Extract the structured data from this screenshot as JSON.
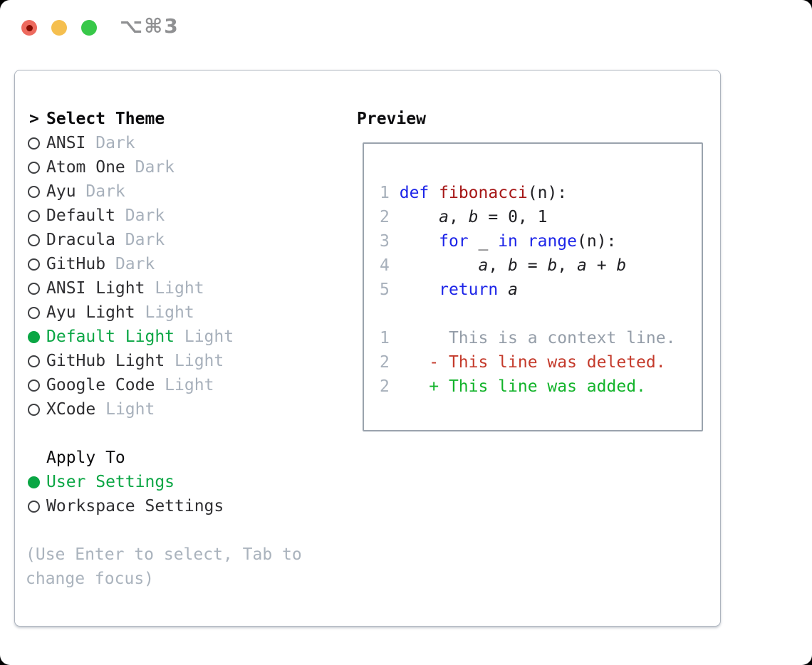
{
  "window": {
    "title_shortcut": "⌥⌘3"
  },
  "theme_selector": {
    "header_prefix": ">",
    "header": "Select Theme",
    "items": [
      {
        "name": "ANSI",
        "variant": "Dark",
        "selected": false
      },
      {
        "name": "Atom One",
        "variant": "Dark",
        "selected": false
      },
      {
        "name": "Ayu",
        "variant": "Dark",
        "selected": false
      },
      {
        "name": "Default",
        "variant": "Dark",
        "selected": false
      },
      {
        "name": "Dracula",
        "variant": "Dark",
        "selected": false
      },
      {
        "name": "GitHub",
        "variant": "Dark",
        "selected": false
      },
      {
        "name": "ANSI Light",
        "variant": "Light",
        "selected": false
      },
      {
        "name": "Ayu Light",
        "variant": "Light",
        "selected": false
      },
      {
        "name": "Default Light",
        "variant": "Light",
        "selected": true
      },
      {
        "name": "GitHub Light",
        "variant": "Light",
        "selected": false
      },
      {
        "name": "Google Code",
        "variant": "Light",
        "selected": false
      },
      {
        "name": "XCode",
        "variant": "Light",
        "selected": false
      }
    ]
  },
  "apply_to": {
    "header": "Apply To",
    "options": [
      {
        "label": "User Settings",
        "selected": true
      },
      {
        "label": "Workspace Settings",
        "selected": false
      }
    ]
  },
  "hint": {
    "line1": "(Use Enter to select, Tab to",
    "line2": "change focus)"
  },
  "preview": {
    "header": "Preview",
    "lines": [
      [
        {
          "c": "ln",
          "t": "1"
        },
        {
          "c": "pl",
          "t": " "
        },
        {
          "c": "kw",
          "t": "def"
        },
        {
          "c": "pl",
          "t": " "
        },
        {
          "c": "fn",
          "t": "fibonacci"
        },
        {
          "c": "pl",
          "t": "(n):"
        }
      ],
      [
        {
          "c": "ln",
          "t": "2"
        },
        {
          "c": "pl",
          "t": "     "
        },
        {
          "c": "var",
          "t": "a"
        },
        {
          "c": "pl",
          "t": ", "
        },
        {
          "c": "var",
          "t": "b"
        },
        {
          "c": "pl",
          "t": " = 0, 1"
        }
      ],
      [
        {
          "c": "ln",
          "t": "3"
        },
        {
          "c": "pl",
          "t": "     "
        },
        {
          "c": "kw",
          "t": "for"
        },
        {
          "c": "pl",
          "t": " _ "
        },
        {
          "c": "kw",
          "t": "in"
        },
        {
          "c": "pl",
          "t": " "
        },
        {
          "c": "kw",
          "t": "range"
        },
        {
          "c": "pl",
          "t": "(n):"
        }
      ],
      [
        {
          "c": "ln",
          "t": "4"
        },
        {
          "c": "pl",
          "t": "         "
        },
        {
          "c": "var",
          "t": "a"
        },
        {
          "c": "pl",
          "t": ", "
        },
        {
          "c": "var",
          "t": "b"
        },
        {
          "c": "pl",
          "t": " = "
        },
        {
          "c": "var",
          "t": "b"
        },
        {
          "c": "pl",
          "t": ", "
        },
        {
          "c": "var",
          "t": "a"
        },
        {
          "c": "pl",
          "t": " + "
        },
        {
          "c": "var",
          "t": "b"
        }
      ],
      [
        {
          "c": "ln",
          "t": "5"
        },
        {
          "c": "pl",
          "t": "     "
        },
        {
          "c": "kw",
          "t": "return"
        },
        {
          "c": "pl",
          "t": " "
        },
        {
          "c": "var",
          "t": "a"
        }
      ],
      [],
      [
        {
          "c": "ln",
          "t": "1"
        },
        {
          "c": "ctx",
          "t": "      This is a context line."
        }
      ],
      [
        {
          "c": "ln",
          "t": "2"
        },
        {
          "c": "pl",
          "t": "    "
        },
        {
          "c": "del",
          "t": "- This line was deleted."
        }
      ],
      [
        {
          "c": "ln",
          "t": "2"
        },
        {
          "c": "pl",
          "t": "    "
        },
        {
          "c": "add",
          "t": "+ This line was added."
        }
      ]
    ]
  },
  "colors": {
    "accent_green": "#0aa644",
    "keyword_blue": "#1c24e8",
    "function_red": "#a61717",
    "diff_red": "#c43a2b",
    "diff_green": "#12b32a",
    "context_gray": "#949da8",
    "muted_gray": "#a7b0bb",
    "lineno_gray": "#a7b0bb",
    "hint_gray": "#aab3bd",
    "text_dark": "#2e2e31",
    "code_text": "#1f1f23",
    "heading_black": "#0c0c0e",
    "panel_border": "#adb4be",
    "box_border": "#9aa3ad",
    "title_gray": "#8f9092",
    "light_red": "#ed6a5e",
    "light_red_dot": "#840b00",
    "light_yellow": "#f5bf4f",
    "light_green": "#38c849"
  }
}
